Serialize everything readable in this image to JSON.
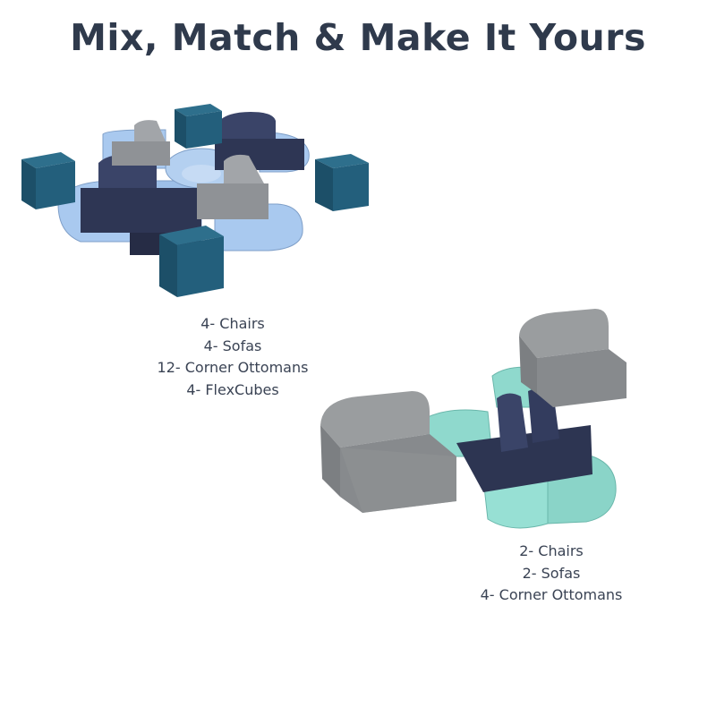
{
  "headline": "Mix, Match & Make It Yours",
  "configurations": [
    {
      "lines": [
        "4- Chairs",
        "4- Sofas",
        "12- Corner Ottomans",
        "4- FlexCubes"
      ]
    },
    {
      "lines": [
        "2- Chairs",
        "2- Sofas",
        "4- Corner Ottomans"
      ]
    }
  ],
  "colors": {
    "title": "#2f3a4c",
    "caption": "#3a4354",
    "light_blue": "#a8c8ec",
    "navy": "#2d3552",
    "gray": "#8e9194",
    "teal_cube": "#1f5e7a",
    "seafoam": "#92dcd0"
  }
}
